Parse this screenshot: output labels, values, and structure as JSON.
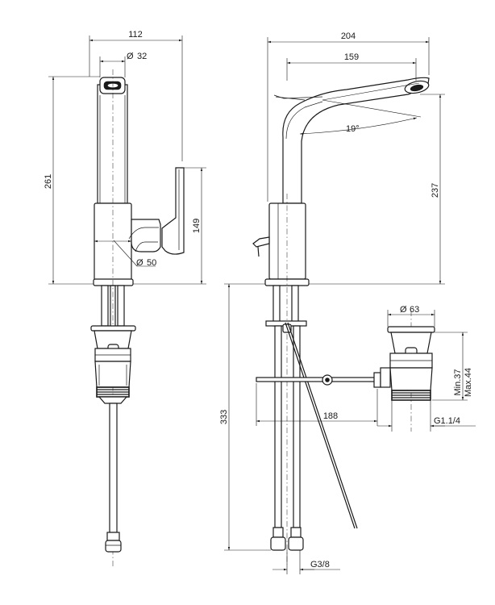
{
  "dimensions": {
    "front_width": "112",
    "spout_diameter": "32",
    "total_height": "261",
    "lever_height": "149",
    "body_diameter": "50",
    "side_depth": "204",
    "spout_reach": "159",
    "spout_angle": "19°",
    "spout_height": "237",
    "under_length": "333",
    "waste_diameter": "63",
    "waste_adjust_min": "Min.37",
    "waste_adjust_max": "Max.44",
    "rod_length": "188",
    "waste_thread": "G1.1/4",
    "hose_thread": "G3/8"
  }
}
